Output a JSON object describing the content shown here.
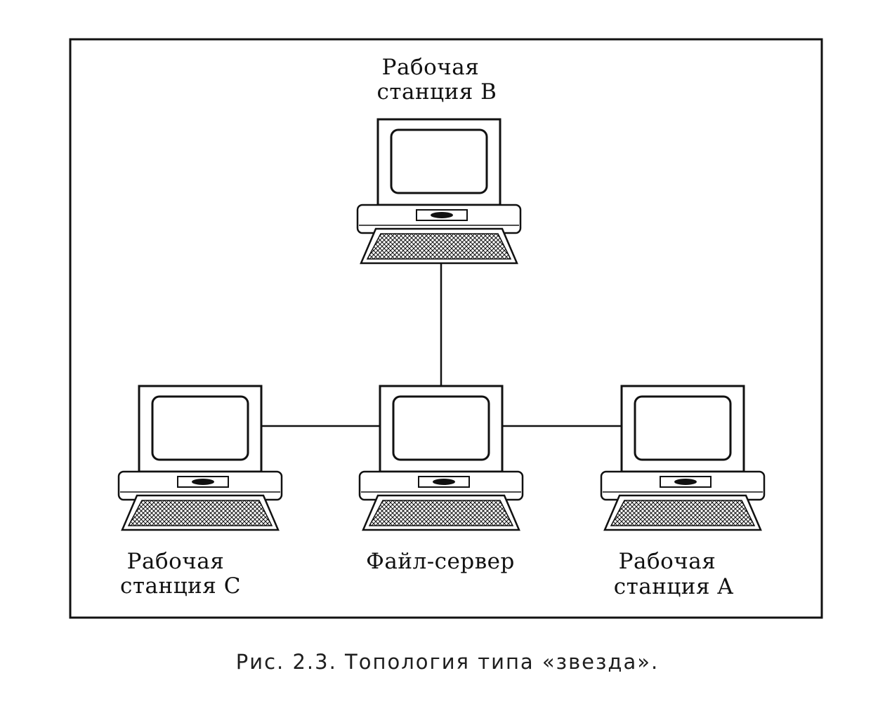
{
  "figure": {
    "caption": "Рис. 2.3. Топология типа «звезда».",
    "topology": "star",
    "nodes": [
      {
        "id": "workstation-b",
        "label": [
          "Рабочая",
          "станция B"
        ],
        "position": "top"
      },
      {
        "id": "workstation-c",
        "label": [
          "Рабочая",
          "станция C"
        ],
        "position": "bottom-left"
      },
      {
        "id": "file-server",
        "label": [
          "Файл-сервер"
        ],
        "position": "bottom-center"
      },
      {
        "id": "workstation-a",
        "label": [
          "Рабочая",
          "станция A"
        ],
        "position": "bottom-right"
      }
    ],
    "connections": [
      [
        "workstation-b",
        "file-server"
      ],
      [
        "workstation-c",
        "file-server"
      ],
      [
        "workstation-a",
        "file-server"
      ]
    ],
    "colors": {
      "ink": "#111111",
      "paper": "#ffffff"
    }
  }
}
